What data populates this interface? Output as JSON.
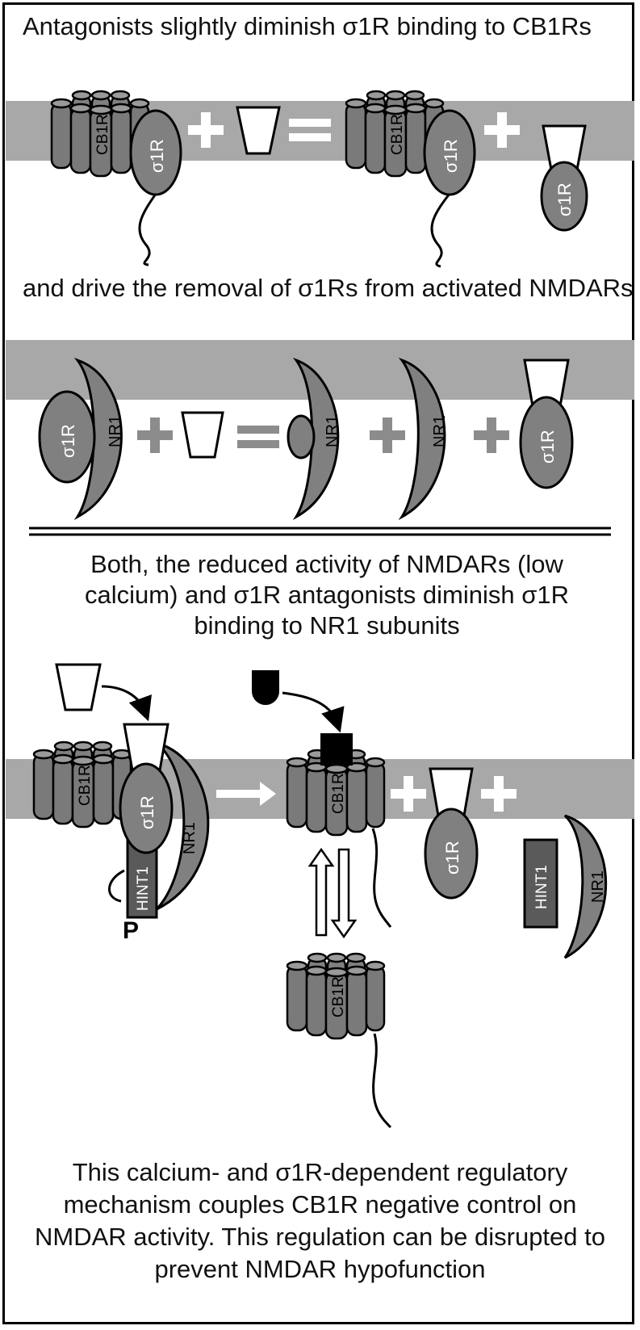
{
  "texts": {
    "top_caption": "Antagonists slightly diminish σ1R binding to CB1Rs",
    "middle_caption": "and drive the removal of σ1Rs from activated NMDARs",
    "both_caption": "Both, the reduced activity of NMDARs (low calcium) and σ1R antagonists diminish σ1R binding to NR1 subunits",
    "bottom_caption": "This calcium- and σ1R-dependent regulatory mechanism couples CB1R negative control on NMDAR activity. This regulation can be disrupted to prevent NMDAR hypofunction"
  },
  "labels": {
    "cb1r": "CB1R",
    "sigma": "σ1R",
    "nr1": "NR1",
    "hint1": "HINT1",
    "hint1_cropped": "HINT1",
    "phospho": "P"
  },
  "colors": {
    "membrane": "#a8a8a8",
    "protein": "#808080",
    "protein_dark": "#666666",
    "hint": "#5a5a5a",
    "antagonist": "#ffffff",
    "agonist": "#000000",
    "stroke": "#000000"
  }
}
